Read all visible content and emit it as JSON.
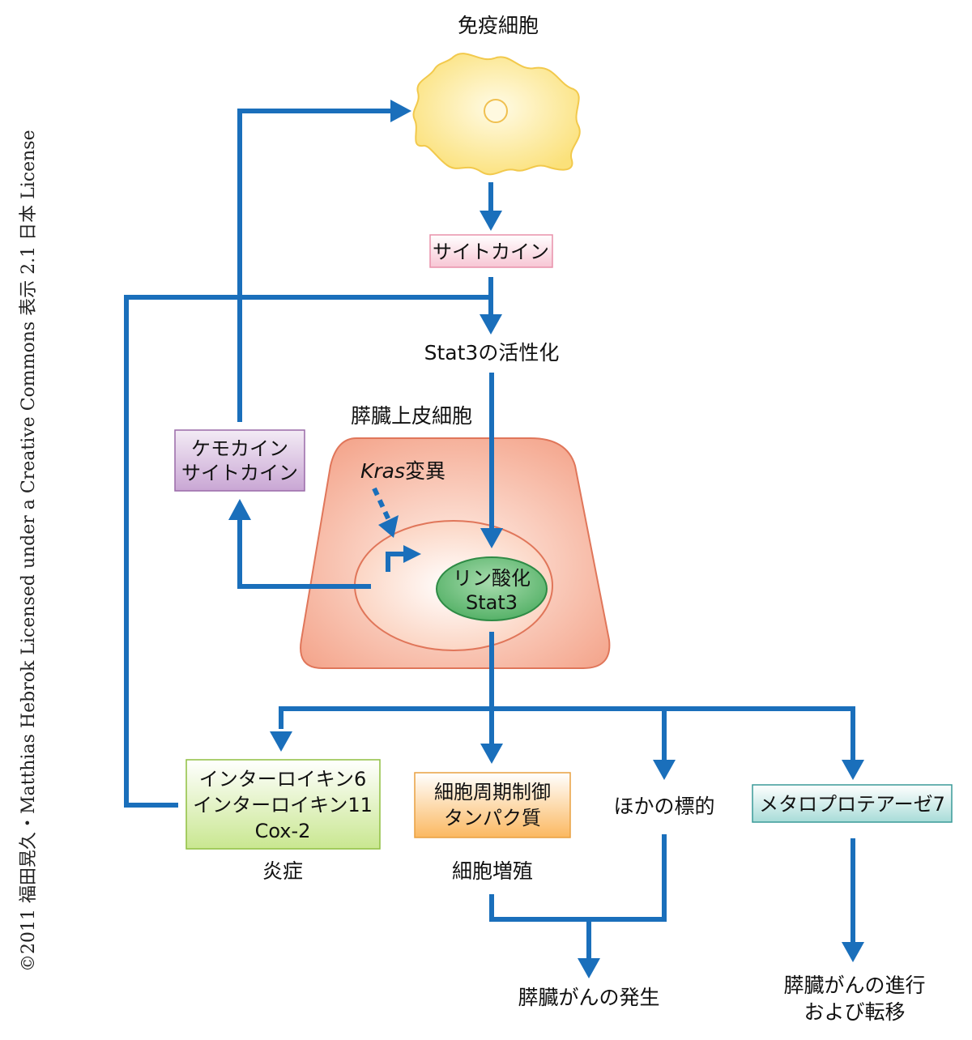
{
  "nodes": {
    "immune_cell": "免疫細胞",
    "cytokine": "サイトカイン",
    "stat3_activation": "Stat3の活性化",
    "pancreatic_epithelial_cell": "膵臓上皮細胞",
    "chemokine_cytokine": [
      "ケモカイン",
      "サイトカイン"
    ],
    "kras_mutation": {
      "gene": "Kras",
      "suffix": "変異"
    },
    "phospho_stat3": [
      "リン酸化",
      "Stat3"
    ],
    "il_cox": [
      "インターロイキン6",
      "インターロイキン11",
      "Cox-2"
    ],
    "inflammation": "炎症",
    "cell_cycle_proteins": [
      "細胞周期制御",
      "タンパク質"
    ],
    "cell_proliferation": "細胞増殖",
    "other_targets": "ほかの標的",
    "mmp7": "メタロプロテアーゼ7",
    "pancreatic_cancer_onset": "膵臓がんの発生",
    "cancer_progression": [
      "膵臓がんの進行",
      "および転移"
    ]
  },
  "credit": "©2011 福田晃久・Matthias Hebrok Licensed under a Creative Commons 表示 2.1 日本 License",
  "colors": {
    "arrow": "#1a6fbb",
    "cytokine_box": "#f7c6d4",
    "chemokine_box": "#d4b6dc",
    "il_box": "#d7eda8",
    "cell_cycle_box": "#fccb8a",
    "mmp7_box": "#bfe5e3",
    "epithelial_cell": "#f4a58c",
    "nucleus": "#fbd5c4",
    "phospho_stat3": "#6fc07e",
    "immune_cell": "#fbe17a"
  }
}
